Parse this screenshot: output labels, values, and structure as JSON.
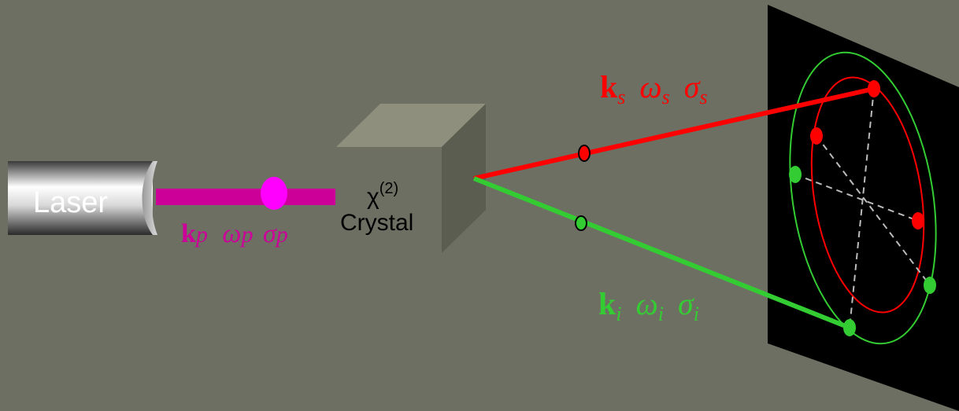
{
  "laser": {
    "label": "Laser"
  },
  "pump": {
    "k": "k",
    "k_sub": "p",
    "omega": "ω",
    "omega_sub": "p",
    "sigma": "σ",
    "sigma_sub": "p",
    "color": "#cc0099",
    "dot_color": "#ff00ff"
  },
  "crystal": {
    "chi": "χ",
    "order": "(2)",
    "label": "Crystal"
  },
  "signal": {
    "k": "k",
    "k_sub": "s",
    "omega": "ω",
    "omega_sub": "s",
    "sigma": "σ",
    "sigma_sub": "s",
    "color": "#ff0000"
  },
  "idler": {
    "k": "k",
    "k_sub": "i",
    "omega": "ω",
    "omega_sub": "i",
    "sigma": "σ",
    "sigma_sub": "i",
    "color": "#33cc33"
  },
  "screen": {
    "color": "#000000"
  }
}
